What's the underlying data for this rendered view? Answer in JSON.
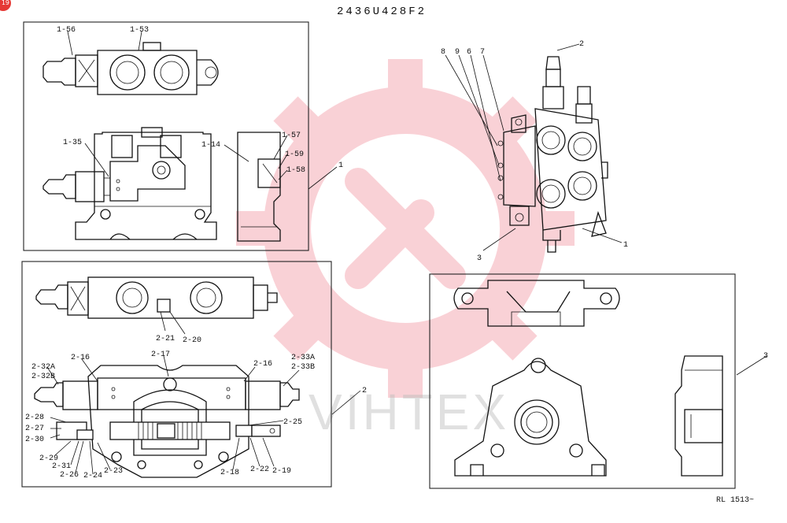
{
  "header": {
    "drawing_number": "2436U428F2",
    "badge": "19"
  },
  "footer": {
    "ref": "RL 1513~"
  },
  "watermark": {
    "text": "VIHTEX",
    "color": "#e8324a"
  },
  "labels": {
    "top_left": [
      "1-56",
      "1-53",
      "1-35",
      "1-14",
      "1-57",
      "1-59",
      "1-58",
      "1"
    ],
    "top_right": [
      "2",
      "8",
      "9",
      "6",
      "7",
      "3",
      "1"
    ],
    "mid_left_top": [
      "2-21",
      "2-20"
    ],
    "mid_left_bottom": [
      "2-32A",
      "2-32B",
      "2-16",
      "2-17",
      "2-16",
      "2-33A",
      "2-33B",
      "2-28",
      "2-27",
      "2-30",
      "2-29",
      "2-31",
      "2-26",
      "2-24",
      "2-23",
      "2-25",
      "2-18",
      "2-22",
      "2-19",
      "2"
    ],
    "right_box": [
      "3"
    ]
  }
}
